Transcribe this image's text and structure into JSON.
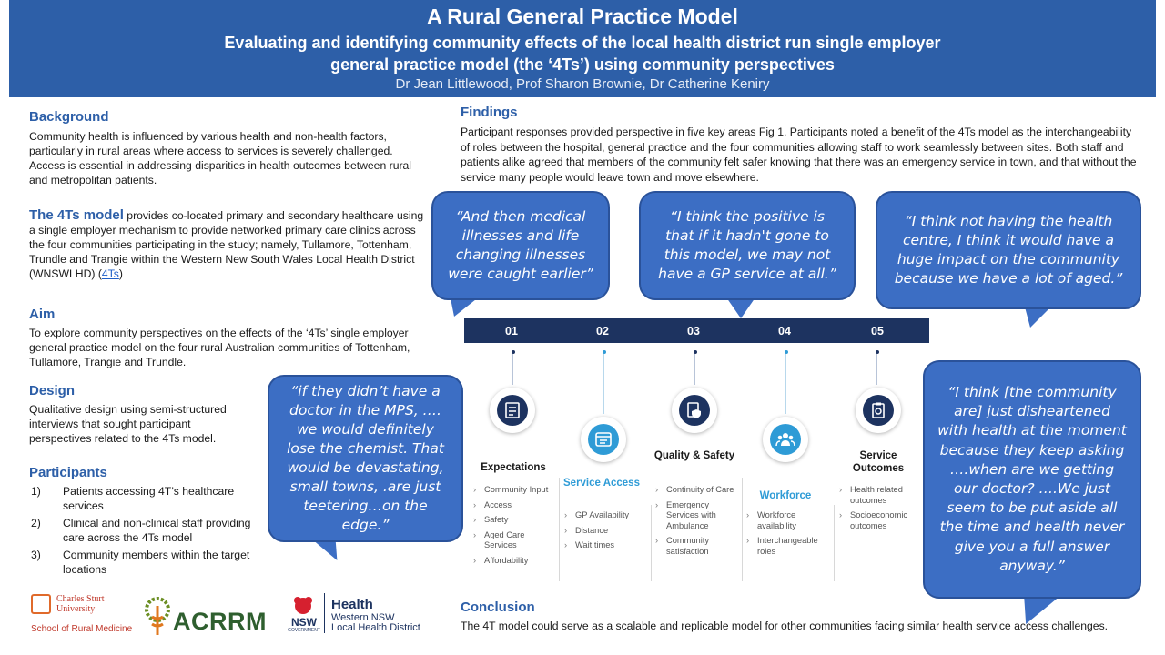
{
  "header": {
    "title": "A Rural General Practice Model",
    "subtitle_1": "Evaluating and identifying community effects of the local health district run single employer",
    "subtitle_2": "general practice model (the ‘4Ts’) using community perspectives",
    "authors": "Dr Jean Littlewood, Prof Sharon Brownie, Dr Catherine Keniry"
  },
  "background": {
    "heading": "Background",
    "body": "Community health is influenced by various health and non-health factors, particularly in rural areas where access to services is severely challenged. Access is essential in addressing disparities in health outcomes between rural and metropolitan patients."
  },
  "model": {
    "heading": "The 4Ts model",
    "body": " provides co-located primary and secondary healthcare using a single employer mechanism to provide networked primary care clinics across the four communities participating in the study; namely, Tullamore, Tottenham, Trundle and Trangie within the Western New South Wales Local Health District (WNSWLHD) (",
    "link": "4Ts",
    "close": ")"
  },
  "aim": {
    "heading": "Aim",
    "body": "To explore community perspectives on the effects of the ‘4Ts’ single employer general practice model on the four rural Australian communities of Tottenham, Tullamore, Trangie and Trundle."
  },
  "design": {
    "heading": "Design",
    "body": "Qualitative design using semi-structured interviews that sought participant perspectives related to the 4Ts model."
  },
  "participants": {
    "heading": "Participants",
    "items": [
      {
        "num": "1)",
        "text": "Patients accessing 4T’s healthcare services"
      },
      {
        "num": "2)",
        "text": "Clinical and non-clinical staff providing care across the 4Ts model"
      },
      {
        "num": "3)",
        "text": "Community members within the target locations"
      }
    ]
  },
  "findings": {
    "heading": "Findings",
    "body": "Participant responses provided perspective in five key areas Fig 1. Participants noted a benefit of the 4Ts model as the interchangeability of roles between the hospital, general practice and the four communities allowing staff to work seamlessly between sites. Both staff and patients alike agreed that members of the community felt safer knowing that there was an emergency service in town, and that without the service many people would leave town and move elsewhere."
  },
  "quotes": [
    "“And then medical illnesses and life changing illnesses were caught earlier”",
    "“I think the positive is that if it hadn't gone to this model, we may not have a GP service at all.”",
    "“I think not having the health centre, I think it would have a huge impact on the community because we have a lot of aged.”",
    "“if they didn’t have a doctor in the MPS, …. we would definitely lose the chemist. That would be devastating, small towns, .are just teetering…on the edge.”",
    "“I think [the community are] just disheartened with health at the moment because they keep asking ….when are we getting our doctor? ….We just seem to be put aside all the time and health never give you a full answer anyway.”"
  ],
  "timeline": {
    "numbers": [
      "01",
      "02",
      "03",
      "04",
      "05"
    ],
    "categories": [
      {
        "title": "Expectations",
        "color": "#1d3360",
        "items": [
          "Community Input",
          "Access",
          "Safety",
          "Aged Care Services",
          "Affordability"
        ]
      },
      {
        "title": "Service Access",
        "color": "#2e9bd6",
        "items": [
          "GP Availability",
          "Distance",
          "Wait times"
        ]
      },
      {
        "title": "Quality & Safety",
        "color": "#1d3360",
        "items": [
          "Continuity of Care",
          "Emergency Services with Ambulance",
          "Community satisfaction"
        ]
      },
      {
        "title": "Workforce",
        "color": "#2e9bd6",
        "items": [
          "Workforce availability",
          "Interchangeable roles"
        ]
      },
      {
        "title": "Service Outcomes",
        "color": "#1d3360",
        "items": [
          "Health related outcomes",
          "Socioeconomic outcomes"
        ]
      }
    ]
  },
  "conclusion": {
    "heading": "Conclusion",
    "body": "The 4T model could serve as a scalable and replicable model for other communities facing similar health service access challenges."
  },
  "logos": {
    "csu_1": "Charles Sturt",
    "csu_2": "University",
    "csu_school": "School of Rural Medicine",
    "acrrm": "ACRRM",
    "nsw_badge": "NSW",
    "nsw_gov": "GOVERNMENT",
    "health": "Health",
    "lhd_1": "Western NSW",
    "lhd_2": "Local Health District"
  },
  "colors": {
    "header_bg": "#2d5fa8",
    "heading": "#2d5fa8",
    "bubble": "#3c6ec4",
    "bar": "#1d3360",
    "accent_light": "#2e9bd6"
  }
}
